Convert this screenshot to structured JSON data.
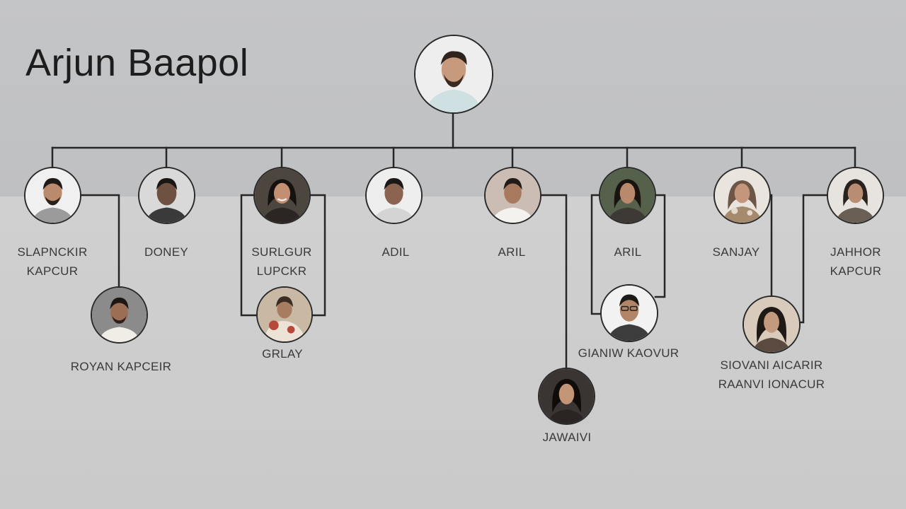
{
  "title": "Arjun Baapol",
  "root": {
    "icon": "person-avatar-icon"
  },
  "members": [
    {
      "id": "m1",
      "line1": "SLAPNCKIR",
      "line2": "KAPCUR",
      "icon": "person-avatar-icon"
    },
    {
      "id": "m2",
      "line1": "DONEY",
      "line2": "",
      "icon": "person-avatar-icon"
    },
    {
      "id": "m3",
      "line1": "SURLGUR",
      "line2": "LUPCKR",
      "icon": "person-avatar-icon"
    },
    {
      "id": "m4",
      "line1": "ADIL",
      "line2": "",
      "icon": "person-avatar-icon"
    },
    {
      "id": "m5",
      "line1": "ARIL",
      "line2": "",
      "icon": "person-avatar-icon"
    },
    {
      "id": "m6",
      "line1": "ARIL",
      "line2": "",
      "icon": "person-avatar-icon"
    },
    {
      "id": "m7",
      "line1": "SANJAY",
      "line2": "",
      "icon": "person-avatar-icon"
    },
    {
      "id": "m8",
      "line1": "JAHHOR",
      "line2": "KAPCUR",
      "icon": "person-avatar-icon"
    }
  ],
  "children": [
    {
      "id": "c1",
      "line1": "ROYAN KAPCEIR",
      "line2": "",
      "icon": "person-avatar-icon"
    },
    {
      "id": "c2",
      "line1": "GRLAY",
      "line2": "",
      "icon": "person-avatar-icon"
    },
    {
      "id": "c3",
      "line1": "JAWAIVI",
      "line2": "",
      "icon": "person-avatar-icon"
    },
    {
      "id": "c4",
      "line1": "GIANIW KAOVUR",
      "line2": "",
      "icon": "person-avatar-icon"
    },
    {
      "id": "c5",
      "line1": "SIOVANI AICARIR",
      "line2": "RAANVI IONACUR",
      "icon": "person-avatar-icon"
    }
  ],
  "colors": {
    "line": "#262626",
    "avatar_border": "#2a2a2a",
    "label": "#3a3a3a",
    "title": "#1d1d1d"
  }
}
